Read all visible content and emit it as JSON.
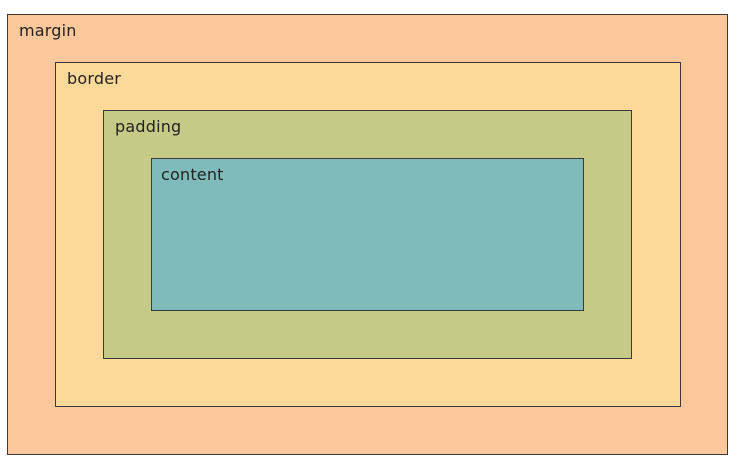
{
  "layers": {
    "margin": {
      "label": "margin",
      "color": "#fcc89b"
    },
    "border": {
      "label": "border",
      "color": "#fdd999"
    },
    "padding": {
      "label": "padding",
      "color": "#c5cb86"
    },
    "content": {
      "label": "content",
      "color": "#7fbbbb"
    }
  },
  "stroke_color": "#3a3a3a"
}
